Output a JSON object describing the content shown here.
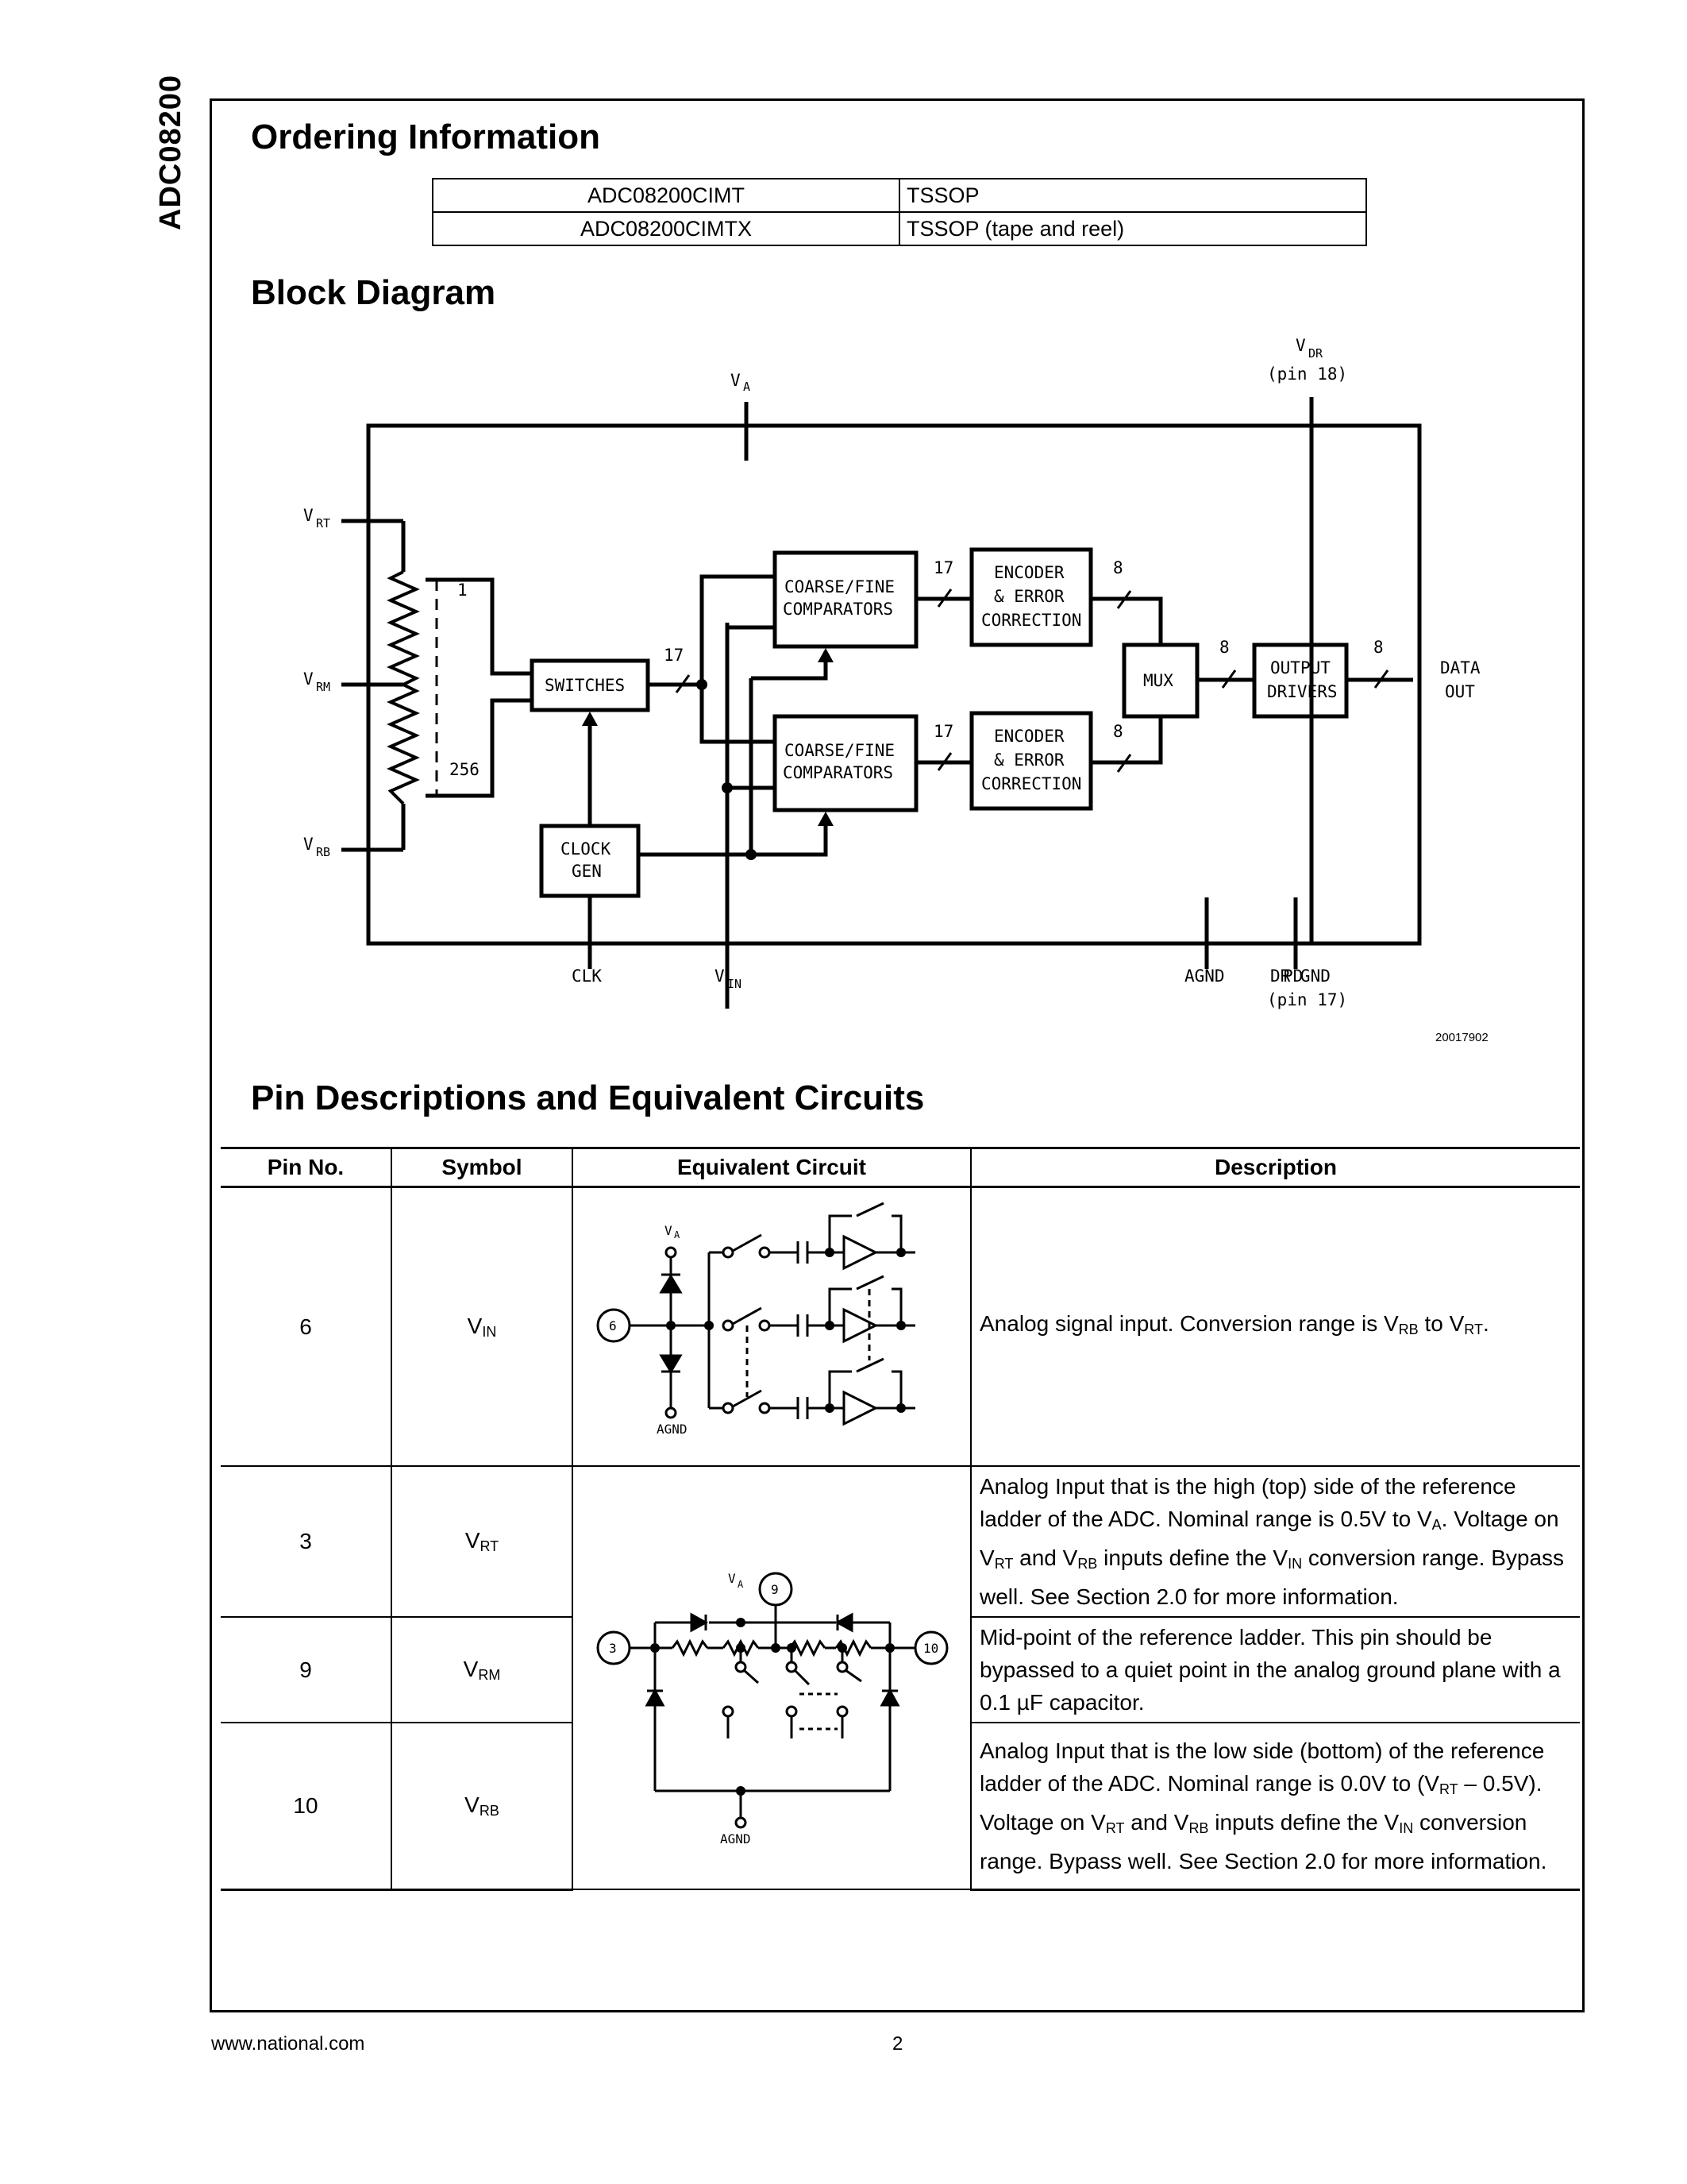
{
  "side_title": "ADC08200",
  "ordering": {
    "heading": "Ordering Information",
    "rows": [
      {
        "part": "ADC08200CIMT",
        "package": "TSSOP"
      },
      {
        "part": "ADC08200CIMTX",
        "package": "TSSOP (tape and reel)"
      }
    ]
  },
  "block_diagram": {
    "heading": "Block Diagram",
    "labels": {
      "va": "V",
      "va_sub": "A",
      "vdr": "V",
      "vdr_sub": "DR",
      "vdr_pin": "(pin 18)",
      "vrt": "V",
      "vrt_sub": "RT",
      "vrm": "V",
      "vrm_sub": "RM",
      "vrb": "V",
      "vrb_sub": "RB",
      "tap_1": "1",
      "tap_256": "256",
      "switches": "SWITCHES",
      "coarse_fine_1": "COARSE/FINE",
      "comparators_1": "COMPARATORS",
      "coarse_fine_2": "COARSE/FINE",
      "comparators_2": "COMPARATORS",
      "encoder_1": "ENCODER",
      "error_1": "& ERROR",
      "correction_1": "CORRECTION",
      "encoder_2": "ENCODER",
      "error_2": "& ERROR",
      "correction_2": "CORRECTION",
      "mux": "MUX",
      "output_drivers_1": "OUTPUT",
      "output_drivers_2": "DRIVERS",
      "data_out_1": "DATA",
      "data_out_2": "OUT",
      "clock_1": "CLOCK",
      "clock_2": "GEN",
      "bus_17a": "17",
      "bus_17b": "17",
      "bus_17c": "17",
      "bus_8a": "8",
      "bus_8b": "8",
      "bus_8c": "8",
      "bus_8d": "8",
      "clk": "CLK",
      "vin": "V",
      "vin_sub": "IN",
      "agnd": "AGND",
      "pd": "PD",
      "dr_gnd": "DR GND",
      "dr_gnd_pin": "(pin 17)"
    },
    "figure_number": "20017902"
  },
  "pins": {
    "heading": "Pin Descriptions and Equivalent Circuits",
    "columns": [
      "Pin No.",
      "Symbol",
      "Equivalent Circuit",
      "Description"
    ],
    "rows": [
      {
        "pin": "6",
        "symbol": "V",
        "symbol_sub": "IN",
        "desc_parts": [
          "Analog signal input. Conversion range is V",
          "RB",
          " to V",
          "RT",
          "."
        ]
      },
      {
        "pin": "3",
        "symbol": "V",
        "symbol_sub": "RT",
        "desc_parts": [
          "Analog Input that is the high (top) side of the reference ladder of the ADC. Nominal range is 0.5V to V",
          "A",
          ". Voltage on V",
          "RT",
          " and V",
          "RB",
          " inputs define the V",
          "IN",
          " conversion range. Bypass well. See Section 2.0 for more information."
        ]
      },
      {
        "pin": "9",
        "symbol": "V",
        "symbol_sub": "RM",
        "desc_parts": [
          "Mid-point of the reference ladder. This pin should be bypassed to a quiet point in the analog ground plane with a 0.1 µF capacitor."
        ]
      },
      {
        "pin": "10",
        "symbol": "V",
        "symbol_sub": "RB",
        "desc_parts": [
          "Analog Input that is the low side (bottom) of the reference ladder of the ADC. Nominal range is 0.0V to (V",
          "RT",
          " – 0.5V). Voltage on V",
          "RT",
          " and V",
          "RB",
          " inputs define the V",
          "IN",
          " conversion range. Bypass well. See Section 2.0 for more information."
        ]
      }
    ],
    "circuit_labels": {
      "va": "V",
      "va_sub": "A",
      "agnd": "AGND",
      "pin6": "6",
      "pin3": "3",
      "pin9": "9",
      "pin10": "10"
    }
  },
  "footer": {
    "url": "www.national.com",
    "page": "2"
  }
}
